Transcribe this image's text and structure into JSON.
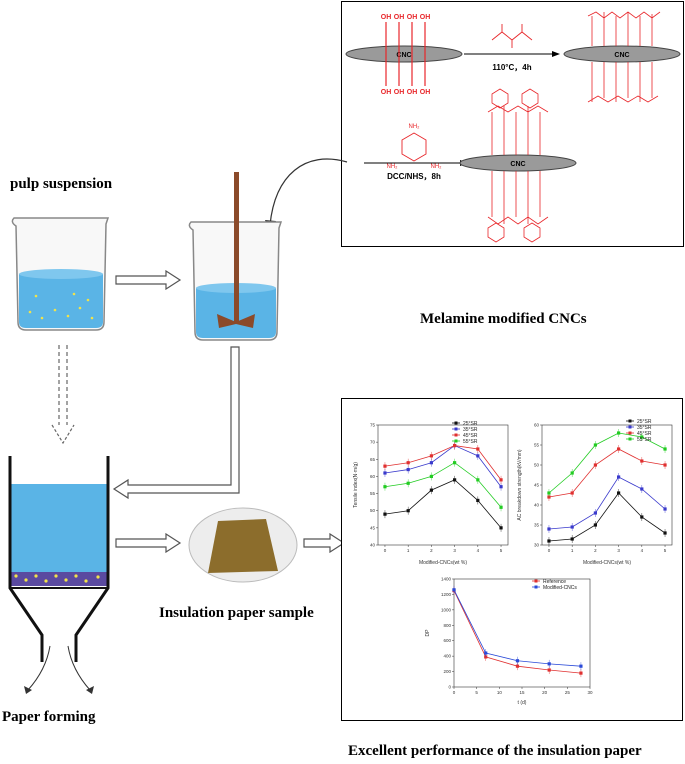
{
  "labels": {
    "pulp_suspension": "pulp suspension",
    "melamine_cncs": "Melamine modified CNCs",
    "insulation_sample": "Insulation paper sample",
    "paper_forming": "Paper forming",
    "excellent_performance": "Excellent performance of the insulation paper"
  },
  "reaction": {
    "cnc": "CNC",
    "oh": "OH",
    "step1": "110°C，4h",
    "step2": "DCC/NHS，8h",
    "nh2": "NH₂"
  },
  "colors": {
    "water": "#5ab4e6",
    "red": "#e8262a",
    "cnc_gray": "#9a9a9a",
    "fiber": "#f2e34a",
    "paper": "#8c6d2c"
  },
  "chart_data": [
    {
      "type": "line",
      "xlabel": "Modified-CNCs(wt %)",
      "ylabel": "Tensile index(N·m/g)",
      "x": [
        0,
        1,
        2,
        3,
        4,
        5
      ],
      "ylim": [
        40,
        75
      ],
      "yticks": [
        40,
        45,
        50,
        55,
        60,
        65,
        70,
        75
      ],
      "series": [
        {
          "name": "25°SR",
          "color": "#111111",
          "values": [
            49,
            50,
            56,
            59,
            53,
            45
          ]
        },
        {
          "name": "35°SR",
          "color": "#3a3acc",
          "values": [
            61,
            62,
            64,
            69,
            66,
            57
          ]
        },
        {
          "name": "45°SR",
          "color": "#e03030",
          "values": [
            63,
            64,
            66,
            69,
            68,
            59
          ]
        },
        {
          "name": "55°SR",
          "color": "#22cc22",
          "values": [
            57,
            58,
            60,
            64,
            59,
            51
          ]
        }
      ]
    },
    {
      "type": "line",
      "xlabel": "Modified-CNCs(wt %)",
      "ylabel": "AC breakdown strength(kV/mm)",
      "x": [
        0,
        1,
        2,
        3,
        4,
        5
      ],
      "ylim": [
        30,
        60
      ],
      "yticks": [
        30,
        35,
        40,
        45,
        50,
        55,
        60
      ],
      "series": [
        {
          "name": "25°SR",
          "color": "#111111",
          "values": [
            31,
            31.5,
            35,
            43,
            37,
            33
          ]
        },
        {
          "name": "35°SR",
          "color": "#3a3acc",
          "values": [
            34,
            34.5,
            38,
            47,
            44,
            39
          ]
        },
        {
          "name": "45°SR",
          "color": "#e03030",
          "values": [
            42,
            43,
            50,
            54,
            51,
            50
          ]
        },
        {
          "name": "55°SR",
          "color": "#22cc22",
          "values": [
            43,
            48,
            55,
            58,
            57,
            54
          ]
        }
      ]
    },
    {
      "type": "line",
      "xlabel": "t (d)",
      "ylabel": "DP",
      "x": [
        0,
        7,
        14,
        21,
        28
      ],
      "xlim": [
        0,
        30
      ],
      "xticks": [
        0,
        5,
        10,
        15,
        20,
        25,
        30
      ],
      "ylim": [
        0,
        1400
      ],
      "yticks": [
        0,
        200,
        400,
        600,
        800,
        1000,
        1200,
        1400
      ],
      "series": [
        {
          "name": "Reference",
          "color": "#e03030",
          "values": [
            1250,
            390,
            270,
            220,
            180
          ]
        },
        {
          "name": "Modified-CNCs",
          "color": "#2a4ad8",
          "values": [
            1260,
            440,
            340,
            300,
            270
          ]
        }
      ]
    }
  ]
}
